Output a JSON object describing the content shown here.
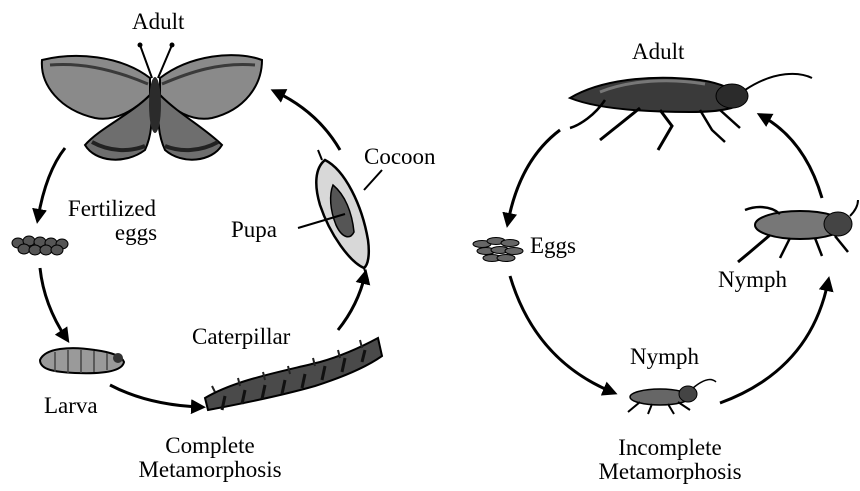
{
  "complete": {
    "title_line1": "Complete",
    "title_line2": "Metamorphosis",
    "labels": {
      "adult": "Adult",
      "eggs_line1": "Fertilized",
      "eggs_line2": "eggs",
      "larva": "Larva",
      "caterpillar": "Caterpillar",
      "pupa": "Pupa",
      "cocoon": "Cocoon"
    }
  },
  "incomplete": {
    "title_line1": "Incomplete",
    "title_line2": "Metamorphosis",
    "labels": {
      "adult": "Adult",
      "eggs": "Eggs",
      "nymph_bottom": "Nymph",
      "nymph_right": "Nymph"
    }
  },
  "colors": {
    "ink": "#000000",
    "wing": "#8a8a8a",
    "wing_dark": "#3a3a3a",
    "body": "#2b2b2b",
    "background": "#ffffff"
  }
}
